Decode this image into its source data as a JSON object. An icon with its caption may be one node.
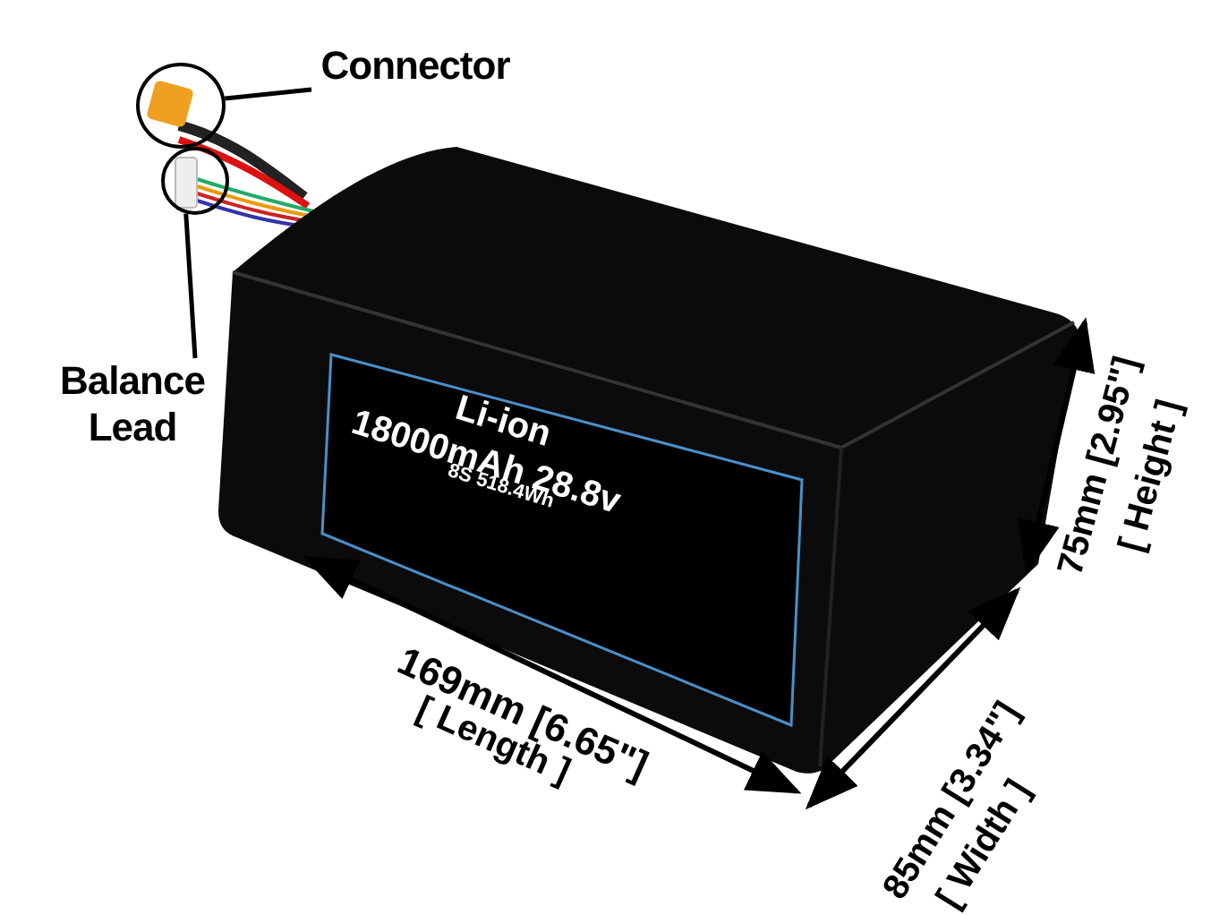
{
  "diagram": {
    "nodes": [
      {
        "text": [
          "Connector"
        ]
      },
      {
        "text": [],
        "shape": "circle"
      },
      {
        "text": [
          "Balance Lead"
        ]
      },
      {
        "text": [],
        "shape": "circle"
      }
    ],
    "edges": [
      {
        "from": 0,
        "to": 1,
        "arrow": "none"
      },
      {
        "from": 2,
        "to": 3,
        "arrow": "none"
      }
    ],
    "labels": [
      "Li-ion",
      "18000mAh 28.8v",
      "8S 518.4Wh",
      "169mm [6.65\"]",
      "[ Length ]",
      "85mm [3.34\"]",
      "[ Width ]",
      "75mm [2.95\"]",
      "[ Height ]"
    ]
  }
}
